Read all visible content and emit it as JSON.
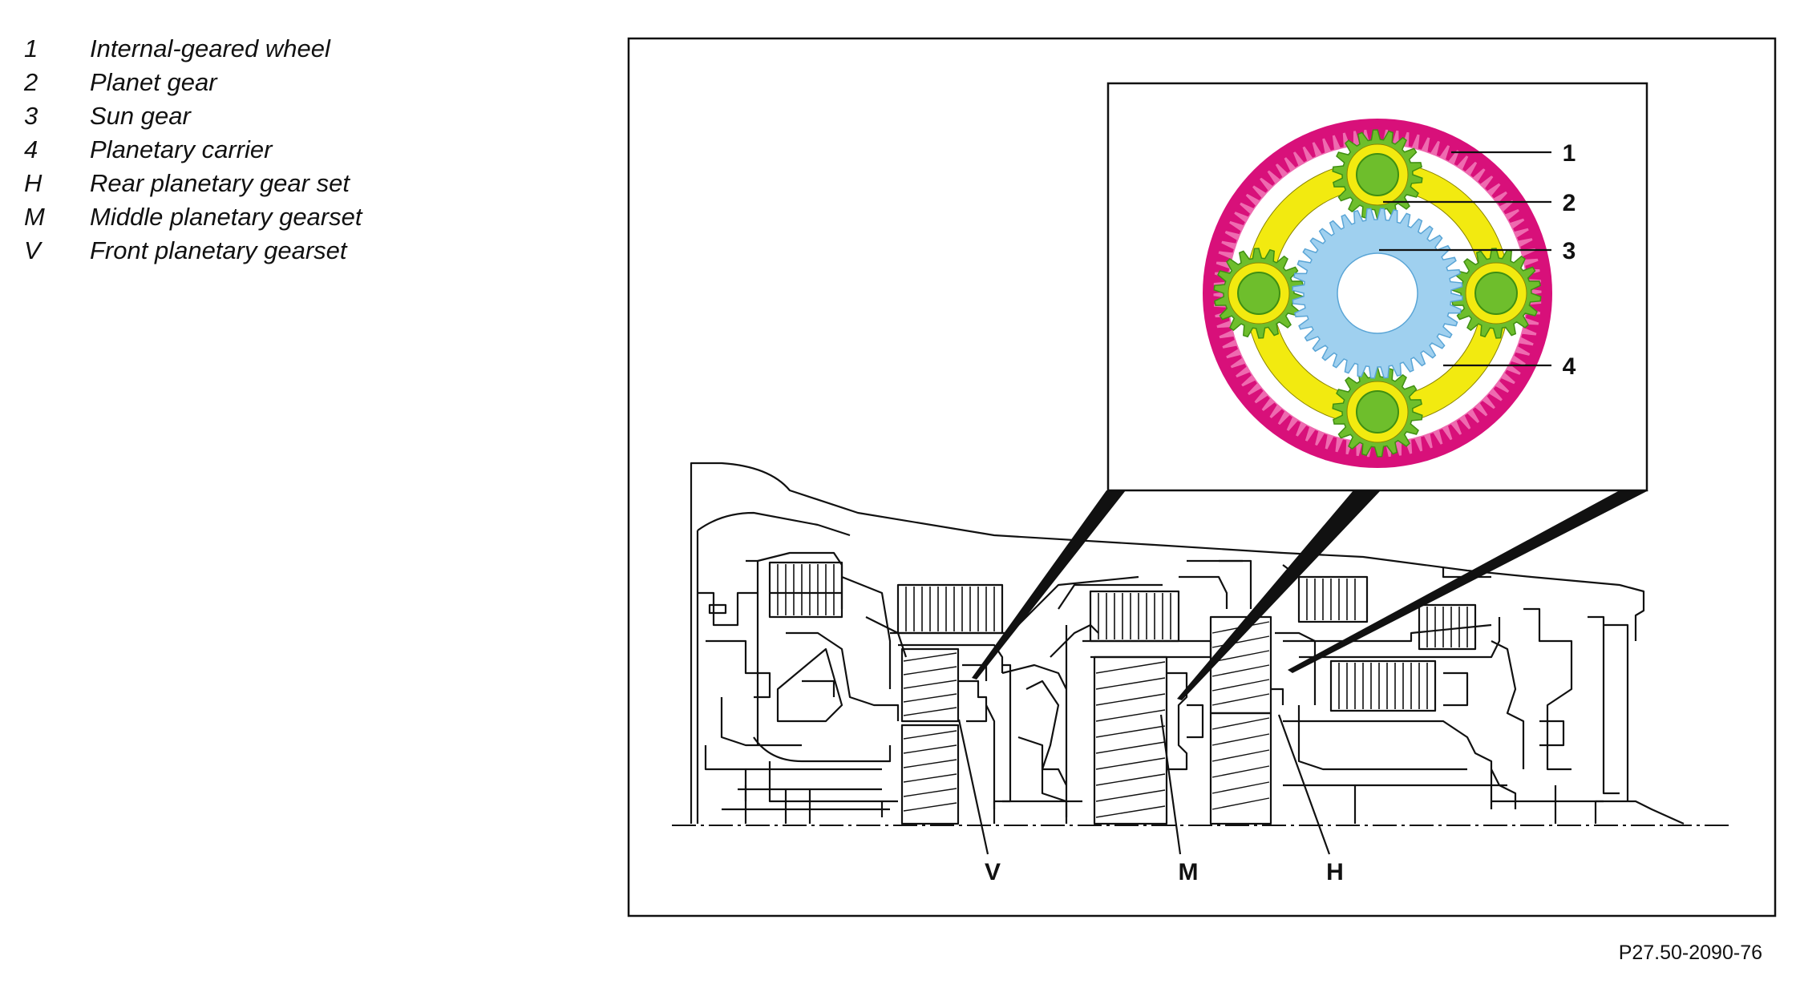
{
  "legend": [
    {
      "key": "1",
      "text": "Internal-geared wheel"
    },
    {
      "key": "2",
      "text": "Planet gear"
    },
    {
      "key": "3",
      "text": "Sun gear"
    },
    {
      "key": "4",
      "text": "Planetary carrier"
    },
    {
      "key": "H",
      "text": "Rear planetary gear set"
    },
    {
      "key": "M",
      "text": "Middle planetary gearset"
    },
    {
      "key": "V",
      "text": "Front planetary gearset"
    }
  ],
  "callouts": {
    "inset": [
      "1",
      "2",
      "3",
      "4"
    ],
    "section": [
      "V",
      "M",
      "H"
    ]
  },
  "reference_code": "P27.50-2090-76",
  "colors": {
    "internal_gear": "#d8107a",
    "internal_gear_light": "#ee6bb0",
    "planet_gear": "#6ebe2c",
    "planet_gear_dark": "#3f8f12",
    "carrier": "#f2ea10",
    "sun_gear": "#9fd0ef",
    "sun_gear_edge": "#5aa5d6",
    "line": "#111111"
  },
  "icons": [
    "planetary-gearset-illustration",
    "transmission-cross-section-drawing"
  ]
}
